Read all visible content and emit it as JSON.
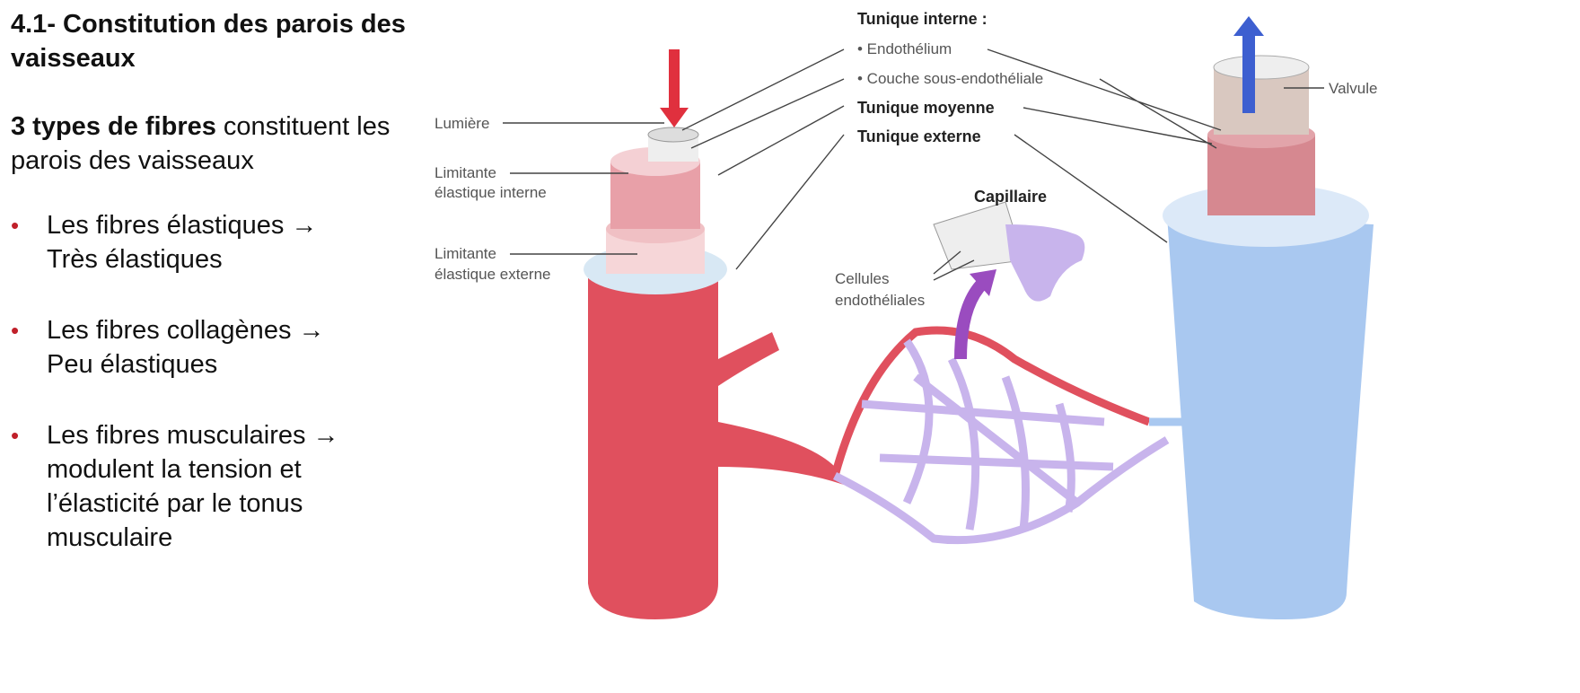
{
  "slide": {
    "title": "4.1- Constitution des parois des vaisseaux",
    "intro_bold": "3 types de fibres",
    "intro_rest": " constituent les parois des vaisseaux",
    "bullets": [
      {
        "line1": "Les fibres élastiques →",
        "line2": " Très élastiques"
      },
      {
        "line1": "Les fibres collagènes →",
        "line2": "Peu élastiques"
      },
      {
        "line1": "Les fibres musculaires →",
        "line2": "modulent la tension et l’élasticité par le tonus musculaire"
      }
    ],
    "bullet_color": "#c0202a"
  },
  "diagram": {
    "labels": {
      "tunique_interne": "Tunique interne :",
      "endothelium": "• Endothélium",
      "couche_sous_endo": "• Couche sous-endothéliale",
      "tunique_moyenne": "Tunique moyenne",
      "tunique_externe": "Tunique externe",
      "lumiere": "Lumière",
      "lim_int_1": "Limitante",
      "lim_int_2": "élastique interne",
      "lim_ext_1": "Limitante",
      "lim_ext_2": "élastique externe",
      "valvule": "Valvule",
      "capillaire": "Capillaire",
      "cellules_1": "Cellules",
      "cellules_2": "endothéliales"
    },
    "colors": {
      "artery": "#e0505e",
      "vein": "#a9c8f0",
      "capillary": "#c8b4ec",
      "arrow_in": "#e0303e",
      "arrow_out": "#3d5fd0",
      "arrow_cap": "#9a4cbf"
    }
  }
}
